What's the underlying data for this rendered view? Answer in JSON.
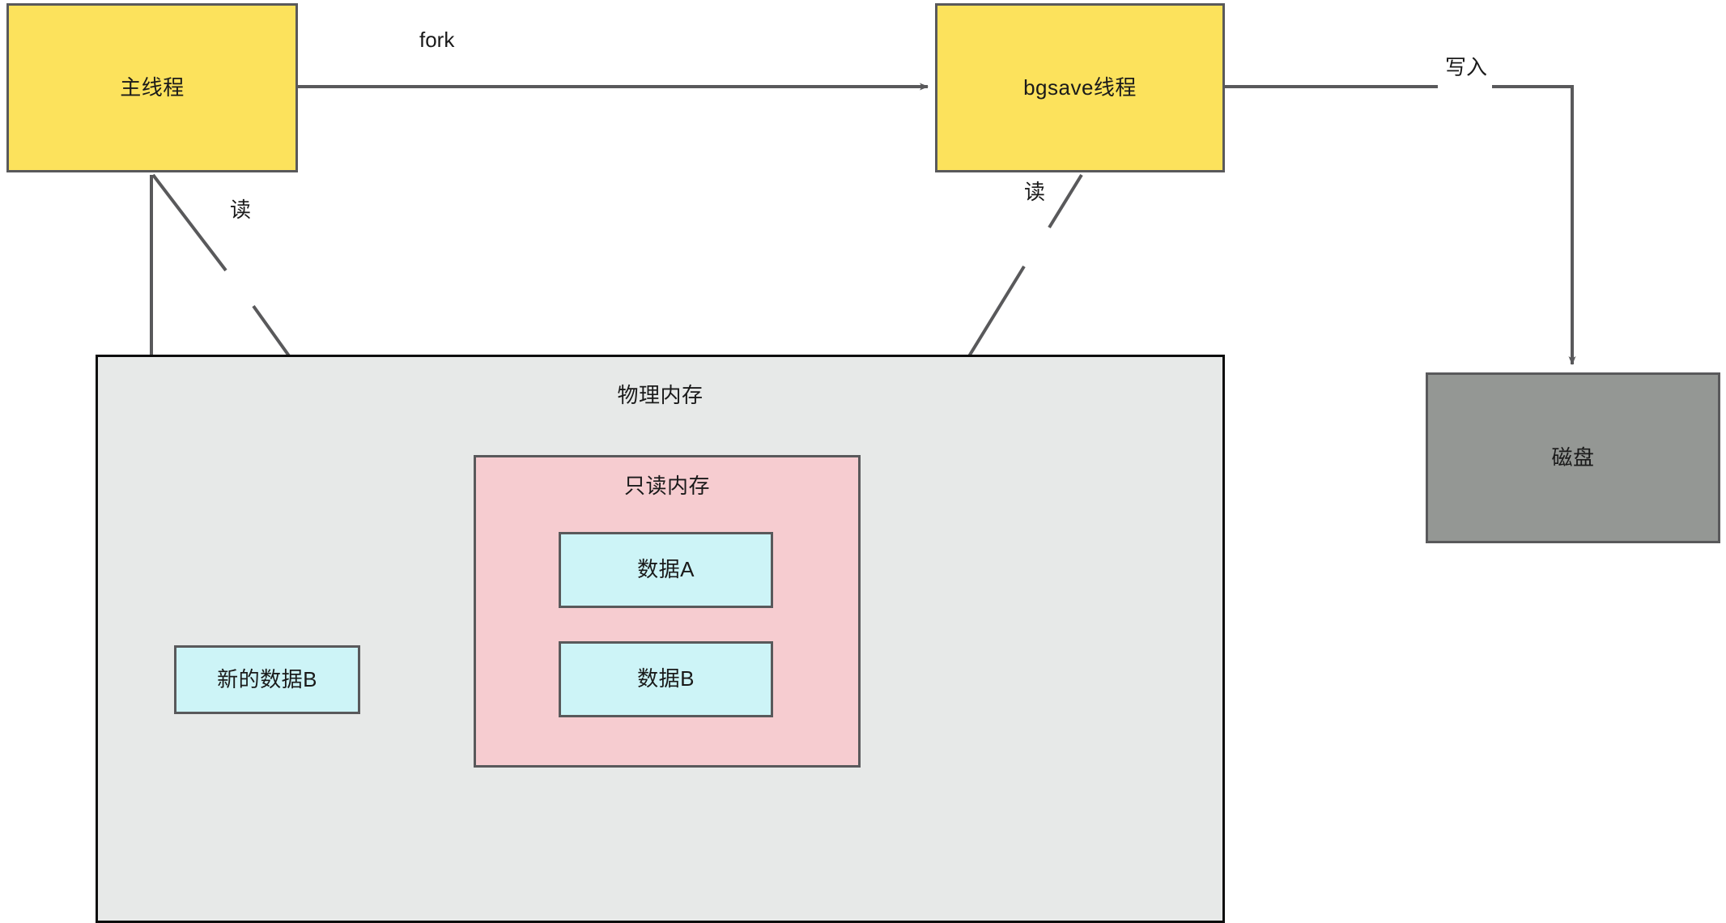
{
  "diagram": {
    "title": "Redis bgsave copy-on-write diagram",
    "colors": {
      "thread_fill": "#FCE25C",
      "memory_fill": "#E7E9E8",
      "readonly_fill": "#F6CCD0",
      "data_fill": "#CDF4F7",
      "disk_fill": "#949794",
      "stroke": "#59595B",
      "memory_stroke": "#0d0d0d",
      "text": "#1a1a1a"
    },
    "nodes": {
      "main_thread": "主线程",
      "bgsave_thread": "bgsave线程",
      "physical_memory": "物理内存",
      "readonly_memory": "只读内存",
      "data_a": "数据A",
      "data_b": "数据B",
      "new_data_b": "新的数据B",
      "disk": "磁盘"
    },
    "edges": {
      "fork": "fork",
      "main_read": "读",
      "bgsave_read": "读",
      "write": "写入"
    }
  }
}
